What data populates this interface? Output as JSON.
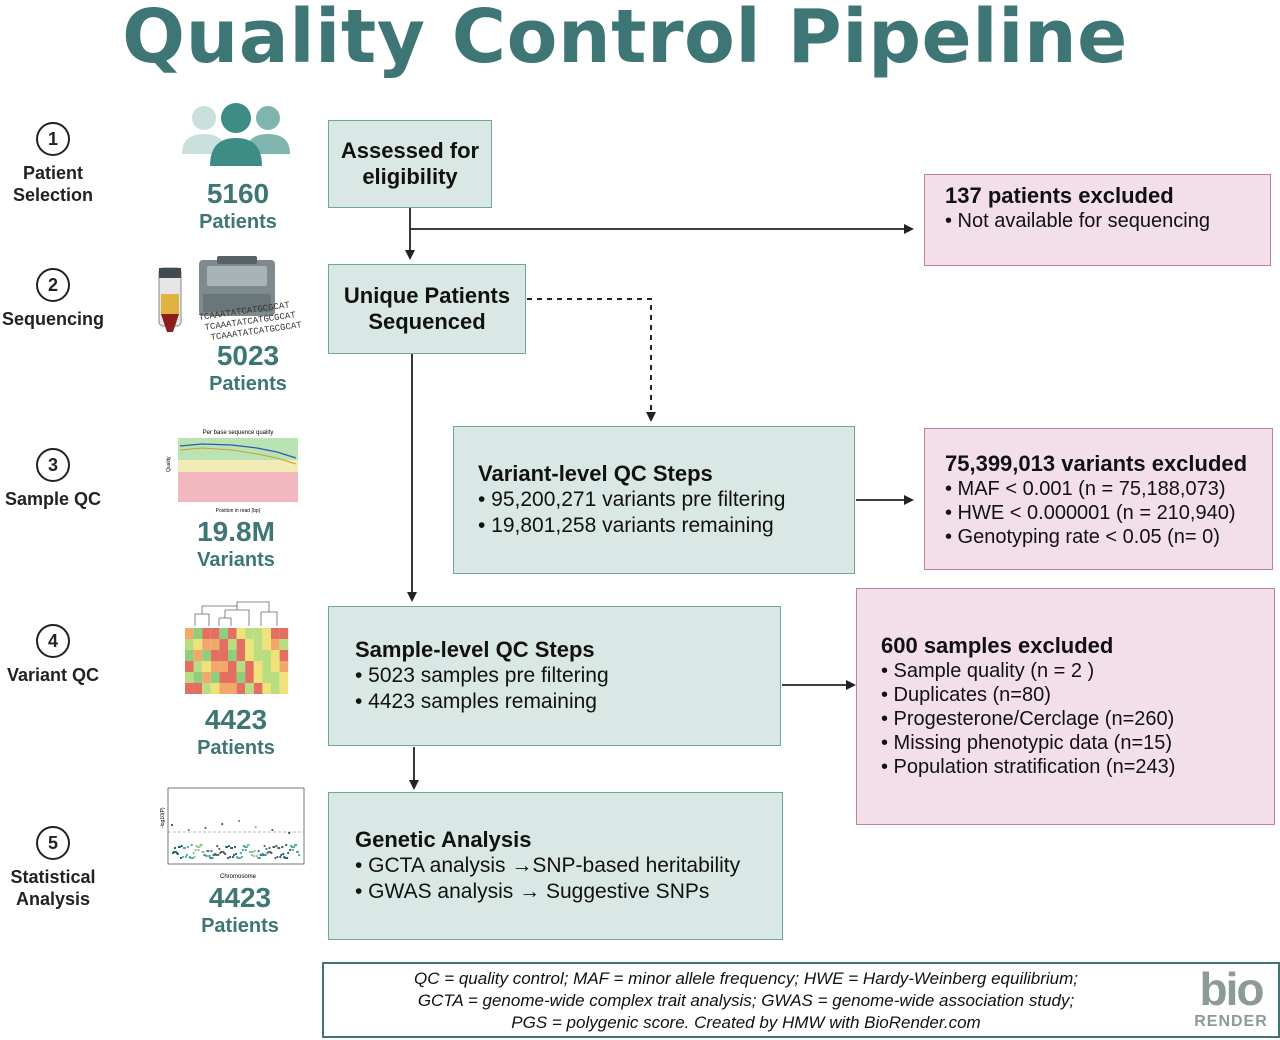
{
  "title": "Quality Control Pipeline",
  "steps": [
    {
      "num": "1",
      "line1": "Patient",
      "line2": "Selection"
    },
    {
      "num": "2",
      "line1": "Sequencing",
      "line2": ""
    },
    {
      "num": "3",
      "line1": "Sample QC",
      "line2": ""
    },
    {
      "num": "4",
      "line1": "Variant QC",
      "line2": ""
    },
    {
      "num": "5",
      "line1": "Statistical",
      "line2": "Analysis"
    }
  ],
  "counts": [
    {
      "value": "5160",
      "unit": "Patients"
    },
    {
      "value": "5023",
      "unit": "Patients"
    },
    {
      "value": "19.8M",
      "unit": "Variants"
    },
    {
      "value": "4423",
      "unit": "Patients"
    },
    {
      "value": "4423",
      "unit": "Patients"
    }
  ],
  "icons": {
    "quality_plot_title": "Per base sequence quality",
    "quality_plot_xlabel": "Position in read (bp)",
    "quality_plot_ylabel": "Quality",
    "manhattan_xlabel": "Chromosome",
    "manhattan_ylabel": "-log10(P)",
    "dna_text": "TCAAATATCATGCGCAT",
    "colors": {
      "teal": "#3d7674",
      "light_teal": "#d9e8e4",
      "pink": "#f3dfe9"
    }
  },
  "boxes": {
    "eligibility": {
      "line1": "Assessed for",
      "line2": "eligibility"
    },
    "sequenced": {
      "line1": "Unique Patients",
      "line2": "Sequenced"
    },
    "variant_qc": {
      "head": "Variant-level QC Steps",
      "items": [
        "• 95,200,271 variants pre filtering",
        "• 19,801,258 variants remaining"
      ]
    },
    "sample_qc": {
      "head": "Sample-level QC Steps",
      "items": [
        "• 5023 samples pre filtering",
        "• 4423 samples remaining"
      ]
    },
    "genetic": {
      "head": "Genetic Analysis",
      "items": [
        "• GCTA analysis →SNP-based heritability",
        "• GWAS analysis → Suggestive SNPs"
      ]
    }
  },
  "exclusions": {
    "patients": {
      "head": "137 patients excluded",
      "items": [
        "• Not available for sequencing"
      ]
    },
    "variants": {
      "head": "75,399,013 variants excluded",
      "items": [
        "• MAF < 0.001 (n = 75,188,073)",
        "• HWE < 0.000001 (n = 210,940)",
        "• Genotyping rate < 0.05 (n= 0)"
      ]
    },
    "samples": {
      "head": "600 samples excluded",
      "items": [
        "• Sample quality (n = 2 )",
        "• Duplicates (n=80)",
        "• Progesterone/Cerclage (n=260)",
        "• Missing phenotypic data (n=15)",
        "• Population stratification (n=243)"
      ]
    }
  },
  "legend": {
    "line1": "QC = quality control; MAF =  minor allele frequency; HWE = Hardy-Weinberg equilibrium;",
    "line2": "GCTA = genome-wide complex trait analysis; GWAS = genome-wide association study;",
    "line3": "PGS = polygenic score. Created by HMW with BioRender.com"
  },
  "logo": {
    "top": "bio",
    "bottom": "RENDER"
  }
}
